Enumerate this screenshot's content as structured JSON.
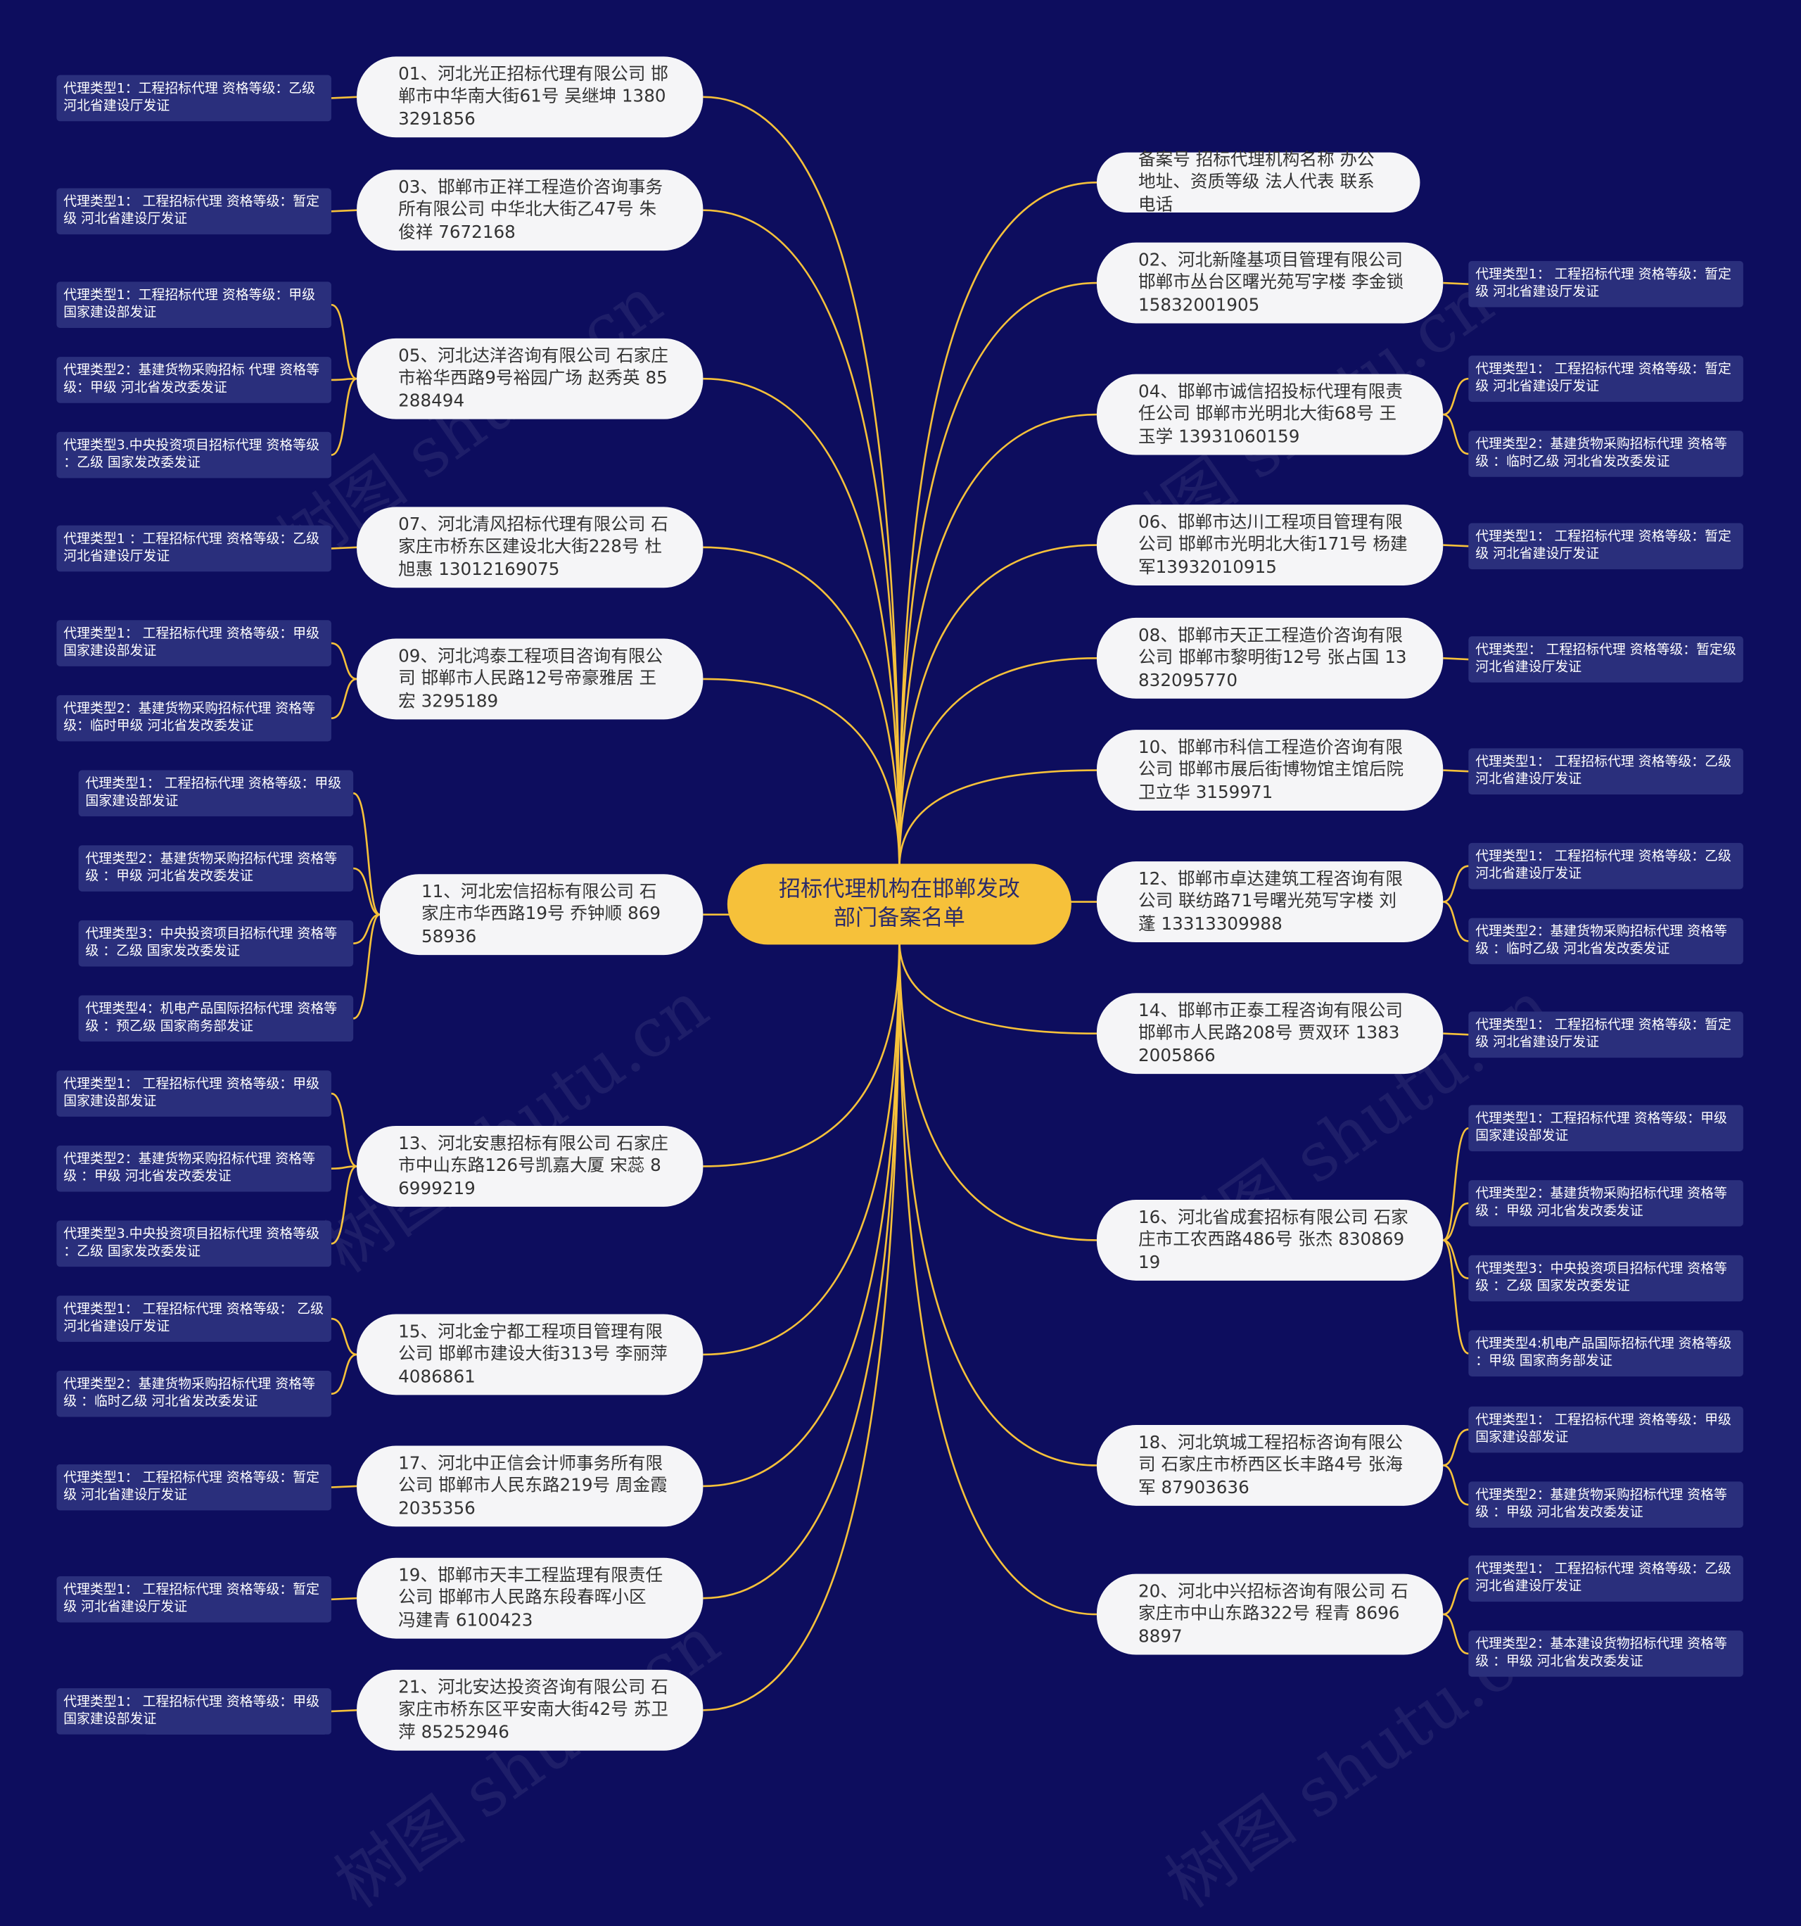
{
  "root": "招标代理机构在邯郸发改部门备案名单",
  "watermark": "树图 shutu.cn",
  "colors": {
    "background": "#0d0d5e",
    "root": "#f6c13a",
    "node": "#f5f5f7",
    "leaf": "#2a2f7c",
    "line": "#f6c13a"
  },
  "header_note": "备案号 招标代理机构名称 办公地址、资质等级 法人代表 联系电话",
  "left": [
    {
      "text": "01、河北光正招标代理有限公司 邯郸市中华南大街61号 吴继坤 13803291856",
      "details": [
        "代理类型1：工程招标代理 资格等级：乙级 河北省建设厅发证"
      ]
    },
    {
      "text": "03、邯郸市正祥工程造价咨询事务所有限公司 中华北大街乙47号 朱俊祥 7672168",
      "details": [
        "代理类型1： 工程招标代理 资格等级：暂定级 河北省建设厅发证"
      ]
    },
    {
      "text": "05、河北达洋咨询有限公司 石家庄市裕华西路9号裕园广场 赵秀英 85288494",
      "details": [
        "代理类型1：工程招标代理 资格等级：甲级 国家建设部发证",
        "代理类型2：基建货物采购招标 代理 资格等级：甲级 河北省发改委发证",
        "代理类型3.中央投资项目招标代理 资格等级 ：乙级 国家发改委发证"
      ]
    },
    {
      "text": "07、河北清风招标代理有限公司 石家庄市桥东区建设北大街228号 杜旭惠 13012169075",
      "details": [
        "代理类型1 ：工程招标代理 资格等级：乙级 河北省建设厅发证"
      ]
    },
    {
      "text": "09、河北鸿泰工程项目咨询有限公司 邯郸市人民路12号帝豪雅居 王宏 3295189",
      "details": [
        "代理类型1： 工程招标代理 资格等级：甲级 国家建设部发证",
        "代理类型2：基建货物采购招标代理 资格等级：临时甲级 河北省发改委发证"
      ]
    },
    {
      "text": "11、河北宏信招标有限公司 石家庄市华西路19号 乔钟顺 86958936",
      "details": [
        "代理类型1： 工程招标代理 资格等级：甲级 国家建设部发证",
        "代理类型2：基建货物采购招标代理 资格等级 ：甲级 河北省发改委发证",
        "代理类型3：中央投资项目招标代理 资格等级 ：乙级 国家发改委发证",
        "代理类型4：机电产品国际招标代理 资格等级 ：预乙级 国家商务部发证"
      ]
    },
    {
      "text": "13、河北安惠招标有限公司 石家庄市中山东路126号凯嘉大厦 宋蕊 86999219",
      "details": [
        "代理类型1： 工程招标代理 资格等级：甲级 国家建设部发证",
        "代理类型2：基建货物采购招标代理 资格等级 ：甲级 河北省发改委发证",
        "代理类型3.中央投资项目招标代理 资格等级 ：乙级 国家发改委发证"
      ]
    },
    {
      "text": "15、河北金宁都工程项目管理有限公司 邯郸市建设大街313号 李丽萍 4086861",
      "details": [
        "代理类型1： 工程招标代理 资格等级： 乙级 河北省建设厅发证",
        "代理类型2：基建货物采购招标代理 资格等级 ：临时乙级 河北省发改委发证"
      ]
    },
    {
      "text": "17、河北中正信会计师事务所有限公司 邯郸市人民东路219号 周金霞 2035356",
      "details": [
        "代理类型1： 工程招标代理 资格等级：暂定级 河北省建设厅发证"
      ]
    },
    {
      "text": "19、邯郸市天丰工程监理有限责任公司 邯郸市人民路东段春晖小区 冯建青 6100423",
      "details": [
        "代理类型1： 工程招标代理 资格等级：暂定级 河北省建设厅发证"
      ]
    },
    {
      "text": "21、河北安达投资咨询有限公司 石家庄市桥东区平安南大街42号 苏卫萍 85252946",
      "details": [
        "代理类型1： 工程招标代理 资格等级：甲级 国家建设部发证"
      ]
    }
  ],
  "right": [
    {
      "text": "02、河北新隆基项目管理有限公司 邯郸市丛台区曙光苑写字楼 李金锁 15832001905",
      "details": [
        "代理类型1： 工程招标代理 资格等级：暂定级 河北省建设厅发证"
      ]
    },
    {
      "text": "04、邯郸市诚信招投标代理有限责任公司 邯郸市光明北大街68号 王玉学 13931060159",
      "details": [
        "代理类型1： 工程招标代理 资格等级：暂定级 河北省建设厅发证",
        "代理类型2：基建货物采购招标代理 资格等级 ：临时乙级 河北省发改委发证"
      ]
    },
    {
      "text": "06、邯郸市达川工程项目管理有限公司 邯郸市光明北大街171号 杨建军13932010915",
      "details": [
        "代理类型1： 工程招标代理 资格等级：暂定级 河北省建设厅发证"
      ]
    },
    {
      "text": "08、邯郸市天正工程造价咨询有限公司 邯郸市黎明街12号 张占国 13832095770",
      "details": [
        "代理类型： 工程招标代理 资格等级：暂定级 河北省建设厅发证"
      ]
    },
    {
      "text": "10、邯郸市科信工程造价咨询有限公司 邯郸市展后街博物馆主馆后院 卫立华 3159971",
      "details": [
        "代理类型1： 工程招标代理 资格等级：乙级 河北省建设厅发证"
      ]
    },
    {
      "text": "12、邯郸市卓达建筑工程咨询有限公司 联纺路71号曙光苑写字楼 刘蓬 13313309988",
      "details": [
        "代理类型1： 工程招标代理 资格等级：乙级 河北省建设厅发证",
        "代理类型2：基建货物采购招标代理 资格等级 ：临时乙级 河北省发改委发证"
      ]
    },
    {
      "text": "14、邯郸市正泰工程咨询有限公司 邯郸市人民路208号 贾双环 13832005866",
      "details": [
        "代理类型1： 工程招标代理 资格等级：暂定级 河北省建设厅发证"
      ]
    },
    {
      "text": "16、河北省成套招标有限公司 石家庄市工农西路486号 张杰 83086919",
      "details": [
        "代理类型1：工程招标代理 资格等级：甲级 国家建设部发证",
        "代理类型2：基建货物采购招标代理 资格等级 ：甲级 河北省发改委发证",
        "代理类型3：中央投资项目招标代理 资格等级 ：乙级 国家发改委发证",
        "代理类型4:机电产品国际招标代理 资格等级 ：甲级 国家商务部发证"
      ]
    },
    {
      "text": "18、河北筑城工程招标咨询有限公司 石家庄市桥西区长丰路4号 张海军 87903636",
      "details": [
        "代理类型1： 工程招标代理 资格等级：甲级 国家建设部发证",
        "代理类型2：基建货物采购招标代理 资格等级 ：甲级 河北省发改委发证"
      ]
    },
    {
      "text": "20、河北中兴招标咨询有限公司 石家庄市中山东路322号 程青 86968897",
      "details": [
        "代理类型1： 工程招标代理 资格等级：乙级 河北省建设厅发证",
        "代理类型2：基本建设货物招标代理 资格等级 ：甲级 河北省发改委发证"
      ]
    }
  ]
}
